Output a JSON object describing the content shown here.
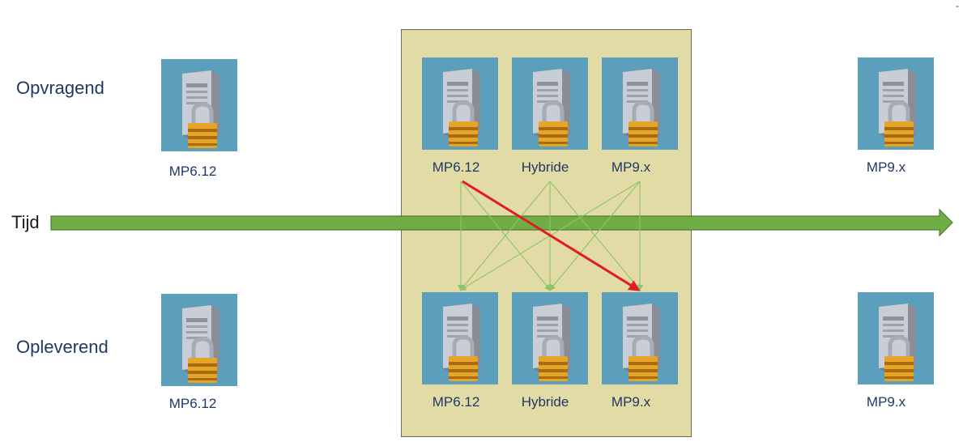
{
  "rows": {
    "top_label": "Opvragend",
    "bottom_label": "Opleverend"
  },
  "timeline": {
    "label": "Tijd"
  },
  "corner_mark": "-",
  "servers": {
    "top_left": "MP6.12",
    "top_mid_1": "MP6.12",
    "top_mid_2": "Hybride",
    "top_mid_3": "MP9.x",
    "top_right": "MP9.x",
    "bottom_left": "MP6.12",
    "bottom_mid_1": "MP6.12",
    "bottom_mid_2": "Hybride",
    "bottom_mid_3": "MP9.x",
    "bottom_right": "MP9.x"
  },
  "colors": {
    "tile_bg": "#5b9fbd",
    "panel_bg": "#e2dba6",
    "timeline": "#70ad47",
    "green_arrow": "#7ab648",
    "highlight_arrow": "#e31b23"
  }
}
